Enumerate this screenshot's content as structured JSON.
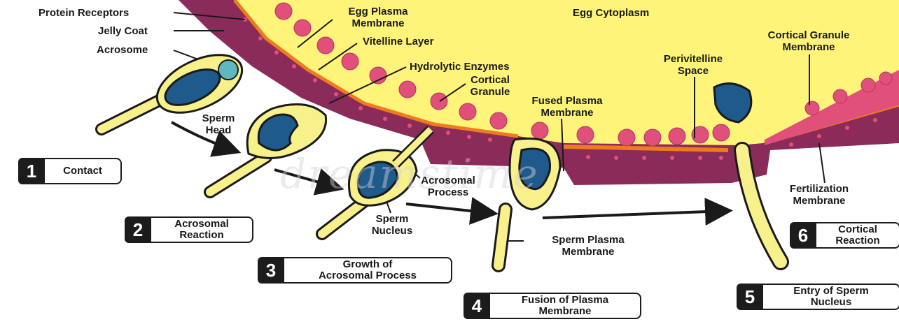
{
  "labels": {
    "protein_receptors": "Protein Receptors",
    "jelly_coat": "Jelly Coat",
    "acrosome": "Acrosome",
    "sperm_head": [
      "Sperm",
      "Head"
    ],
    "egg_plasma_membrane": [
      "Egg Plasma",
      "Membrane"
    ],
    "vitelline_layer": "Vitelline Layer",
    "hydrolytic_enzymes": "Hydrolytic Enzymes",
    "cortical_granule": [
      "Cortical",
      "Granule"
    ],
    "egg_cytoplasm": "Egg Cytoplasm",
    "cortical_granule_membrane": [
      "Cortical Granule",
      "Membrane"
    ],
    "perivitelline_space": [
      "Perivitelline",
      "Space"
    ],
    "fused_plasma_membrane": [
      "Fused Plasma",
      "Membrane"
    ],
    "acrosomal_process": [
      "Acrosomal",
      "Process"
    ],
    "sperm_nucleus": [
      "Sperm",
      "Nucleus"
    ],
    "sperm_plasma_membrane": [
      "Sperm Plasma",
      "Membrane"
    ],
    "fertilization_membrane": [
      "Fertilization",
      "Membrane"
    ]
  },
  "steps": [
    {
      "number": "1",
      "lines": [
        "Contact"
      ]
    },
    {
      "number": "2",
      "lines": [
        "Acrosomal",
        "Reaction"
      ]
    },
    {
      "number": "3",
      "lines": [
        "Growth of",
        "Acrosomal Process"
      ]
    },
    {
      "number": "4",
      "lines": [
        "Fusion of Plasma",
        "Membrane"
      ]
    },
    {
      "number": "5",
      "lines": [
        "Entry of Sperm",
        "Nucleus"
      ]
    },
    {
      "number": "6",
      "lines": [
        "Cortical",
        "Reaction"
      ]
    }
  ],
  "watermark": "dreamstime",
  "colors": {
    "cytoplasm": "#fff47a",
    "jelly_coat": "#8a2b5a",
    "plasma_membrane": "#f07a1e",
    "granule": "#e0507a",
    "sperm_body": "#f8f08a",
    "nucleus": "#1f5a8c",
    "acrosome": "#5fb8c0",
    "outline": "#1a1a1a"
  }
}
